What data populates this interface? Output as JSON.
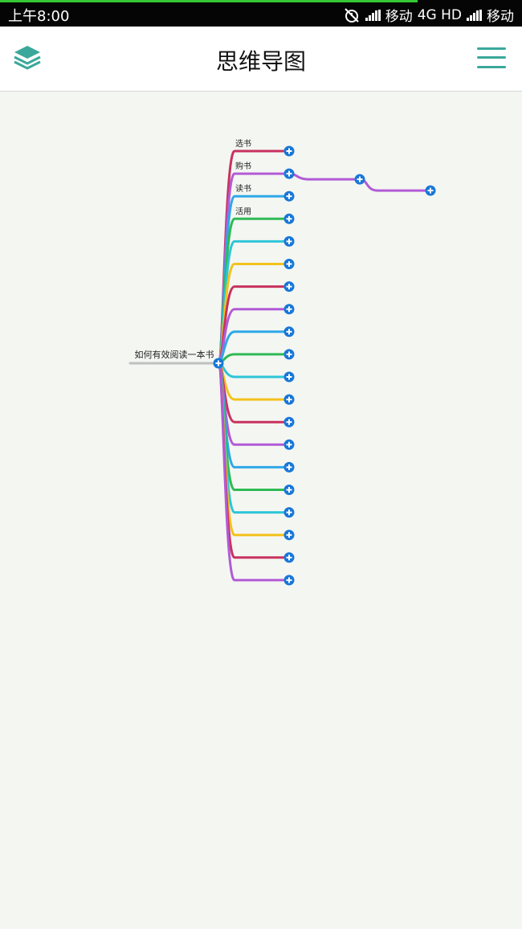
{
  "status_bar": {
    "time": "上午8:00",
    "carrier1": "移动",
    "network": "4G HD",
    "carrier2": "移动",
    "icons": [
      "alarm-off-icon",
      "signal-icon",
      "signal-icon"
    ]
  },
  "app_bar": {
    "title": "思维导图",
    "left_icon": "layers-icon",
    "right_icon": "menu-icon",
    "accent_color": "#3aa89a"
  },
  "mindmap": {
    "root": {
      "label": "如何有效阅读一本书",
      "line_color": "#c0c0c0"
    },
    "branches": [
      {
        "label": "选书",
        "color": "#c8325e"
      },
      {
        "label": "购书",
        "color": "#b25ad6",
        "children": 1,
        "grandchildren": 1
      },
      {
        "label": "读书",
        "color": "#2fa8e8"
      },
      {
        "label": "活用",
        "color": "#2fba55"
      },
      {
        "label": "",
        "color": "#2ec5d8"
      },
      {
        "label": "",
        "color": "#f3c21c"
      },
      {
        "label": "",
        "color": "#c8325e"
      },
      {
        "label": "",
        "color": "#b25ad6"
      },
      {
        "label": "",
        "color": "#2fa8e8"
      },
      {
        "label": "",
        "color": "#2fba55"
      },
      {
        "label": "",
        "color": "#2ec5d8"
      },
      {
        "label": "",
        "color": "#f3c21c"
      },
      {
        "label": "",
        "color": "#c8325e"
      },
      {
        "label": "",
        "color": "#b25ad6"
      },
      {
        "label": "",
        "color": "#2fa8e8"
      },
      {
        "label": "",
        "color": "#2fba55"
      },
      {
        "label": "",
        "color": "#2ec5d8"
      },
      {
        "label": "",
        "color": "#f3c21c"
      },
      {
        "label": "",
        "color": "#c8325e"
      },
      {
        "label": "",
        "color": "#b25ad6"
      }
    ],
    "node_button_color": "#1877d8"
  }
}
